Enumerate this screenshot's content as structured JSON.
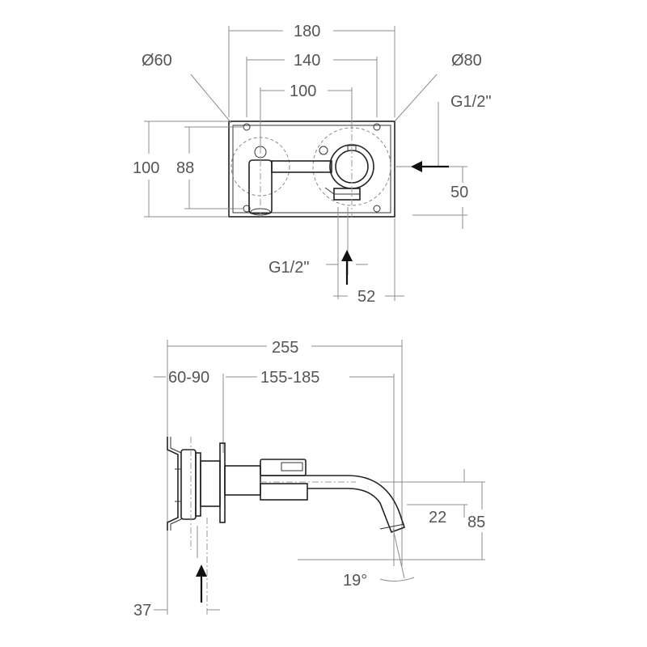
{
  "front_view": {
    "width_overall": "180",
    "width_holes": "140",
    "width_centers": "100",
    "diameter_left": "Ø60",
    "diameter_right": "Ø80",
    "thread_side": "G1/2\"",
    "height_overall": "100",
    "height_holes": "88",
    "inlet_offset_side": "50",
    "thread_bottom": "G1/2\"",
    "inlet_offset_bottom": "52"
  },
  "side_view": {
    "length_overall": "255",
    "depth_adjust": "60-90",
    "spout_adjust": "155-185",
    "spout_height": "22",
    "total_height": "85",
    "angle": "19°",
    "inlet_offset": "37"
  }
}
